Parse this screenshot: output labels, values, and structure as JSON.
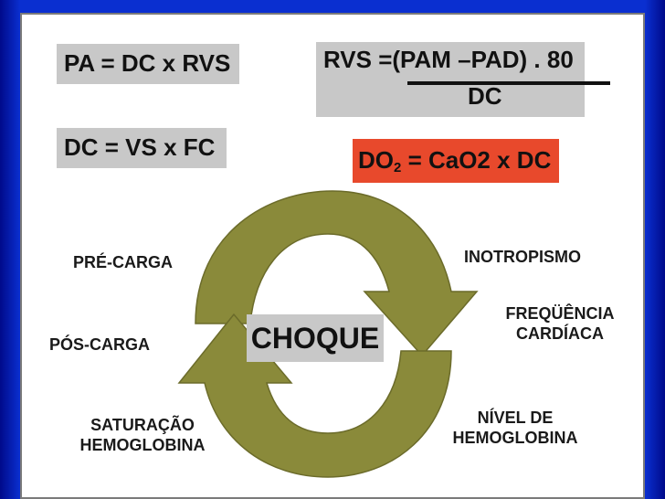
{
  "formulas": {
    "pa": "PA = DC x RVS",
    "dc": "DC = VS x FC",
    "rvs_numerator": "RVS =(PAM –PAD) . 80",
    "rvs_denominator": "DC",
    "do2_prefix": "DO",
    "do2_sub": "2",
    "do2_suffix": " = CaO2 x DC"
  },
  "center_label": "CHOQUE",
  "labels": {
    "pre_carga": "PRÉ-CARGA",
    "pos_carga": "PÓS-CARGA",
    "saturacao_l1": "SATURAÇÃO",
    "saturacao_l2": "HEMOGLOBINA",
    "inotropismo": "INOTROPISMO",
    "frequencia_l1": "FREQÜÊNCIA",
    "frequencia_l2": "CARDÍACA",
    "nivel_l1": "NÍVEL DE",
    "nivel_l2": "HEMOGLOBINA"
  },
  "colors": {
    "arrow_fill": "#8a8a3a",
    "arrow_dark": "#6b6b2a",
    "box_gray": "#c8c8c8",
    "box_red": "#e8492c",
    "background_blue": "#0a2fd0"
  }
}
